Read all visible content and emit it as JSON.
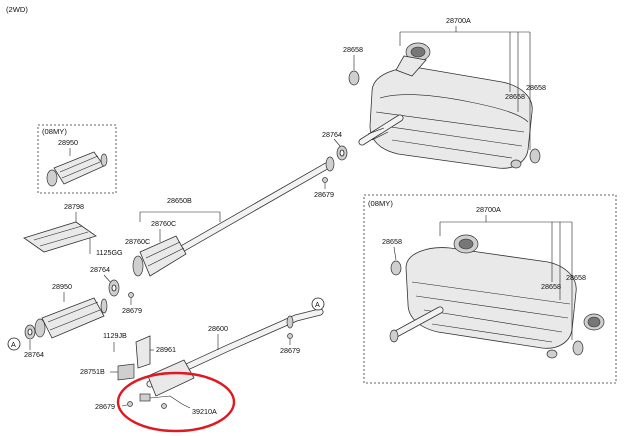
{
  "header": {
    "variant": "(2WD)"
  },
  "insets": {
    "top_left_variant": "(08MY)",
    "right_variant": "(08MY)"
  },
  "ref_marker": "A",
  "labels": {
    "muffler_main": "28700A",
    "muffler_inset": "28700A",
    "hanger_a": "28658",
    "hanger_b": "28658",
    "hanger_c": "28658",
    "hanger_inset_a": "28658",
    "hanger_inset_b": "28658",
    "hanger_inset_c": "28658",
    "gasket_rear": "28764",
    "nut_rear": "28679",
    "center_pipe": "28650B",
    "gasket_center": "28760C",
    "gasket_center_b": "28760C",
    "bolt_1125": "1125GG",
    "gasket_front": "28764",
    "nut_front": "28679",
    "heat_shield": "28798",
    "cat_inset": "28950",
    "cat_main": "28950",
    "gasket_manifold": "28764",
    "bolt_1129": "1129JB",
    "front_pipe": "28600",
    "bracket": "28961",
    "clamp": "28751B",
    "nut_bottom": "28679",
    "nut_right": "28679",
    "o2_sensor": "39210A"
  },
  "highlight": {
    "color": "#e0181f"
  },
  "colors": {
    "line": "#222222",
    "part": "#e9e9e9"
  }
}
